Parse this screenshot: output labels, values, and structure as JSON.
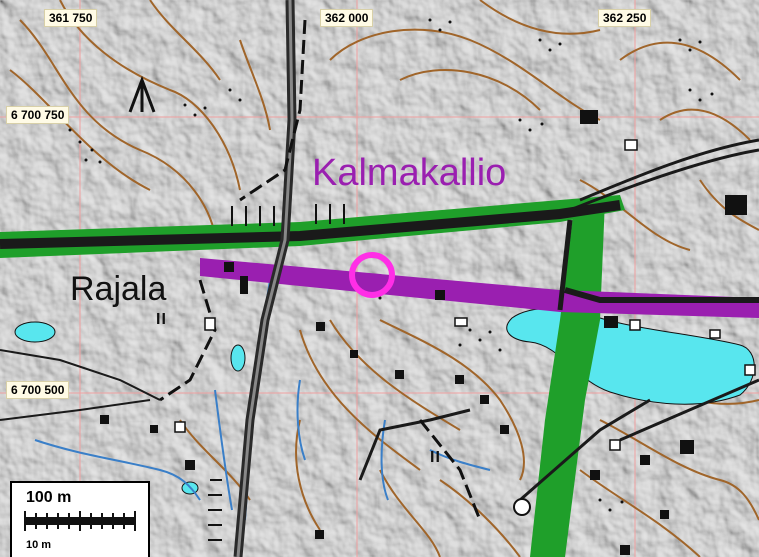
{
  "map": {
    "grid": {
      "easting_labels": [
        "361 750",
        "362 000",
        "362 250"
      ],
      "northing_labels": [
        "6 700 750",
        "6 700 500"
      ]
    },
    "place_names": {
      "kalmakallio": "Kalmakallio",
      "rajala": "Rajala"
    },
    "symbols": {
      "north_arrow": "north-arrow-icon",
      "marker": "circle-marker-icon",
      "powerline_mark_1": "II",
      "powerline_mark_2": "II"
    },
    "scale": {
      "primary_label": "100 m",
      "secondary_label": "10 m"
    },
    "colors": {
      "contour": "#a0652a",
      "green_route": "#1f9f2a",
      "purple_route": "#9a1fb0",
      "marker": "#ff2ee6",
      "water": "#58e6ee",
      "stream": "#3a7fc8",
      "road": "#1a1a1a",
      "grid": "#f0a0a0"
    }
  }
}
